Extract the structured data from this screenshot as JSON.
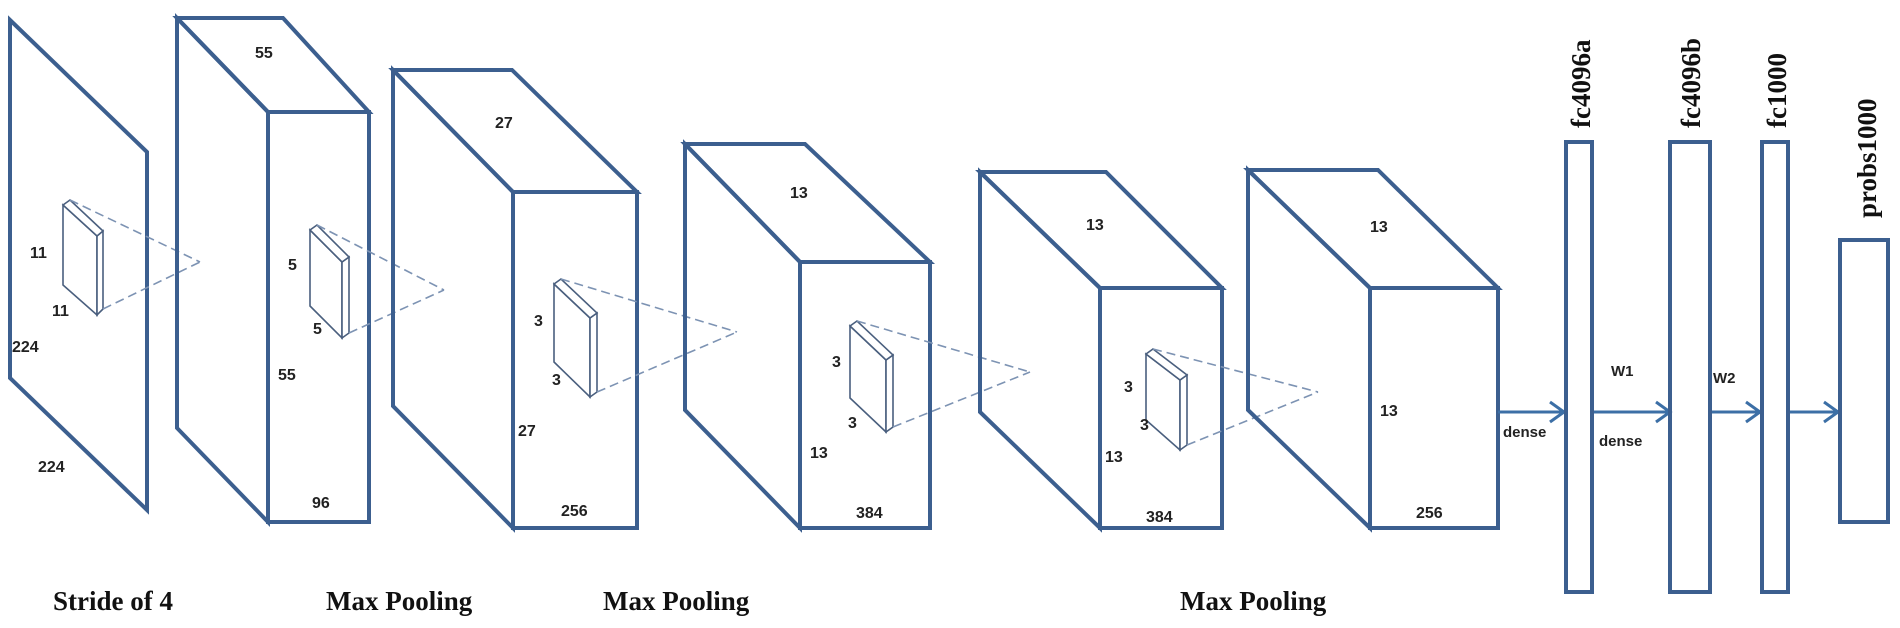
{
  "layers": {
    "input": {
      "width": "224",
      "height": "224",
      "kernel_w": "11",
      "kernel_h": "11"
    },
    "conv1": {
      "width": "55",
      "height": "55",
      "depth": "96",
      "kernel_w": "5",
      "kernel_h": "5"
    },
    "conv2": {
      "width": "27",
      "height": "27",
      "depth": "256",
      "kernel_w": "3",
      "kernel_h": "3"
    },
    "conv3": {
      "width": "13",
      "height": "13",
      "depth": "384",
      "kernel_w": "3",
      "kernel_h": "3"
    },
    "conv4": {
      "width": "13",
      "height": "13",
      "depth": "384",
      "kernel_w": "3",
      "kernel_h": "3"
    },
    "conv5": {
      "width": "13",
      "height": "13",
      "depth": "256"
    }
  },
  "fc": {
    "fc1": "fc4096a",
    "fc2": "fc4096b",
    "fc3": "fc1000",
    "probs": "probs1000"
  },
  "connections": {
    "dense1": "dense",
    "w1": "W1",
    "dense2": "dense",
    "w2": "W2"
  },
  "captions": {
    "stride": "Stride of 4",
    "pool1": "Max Pooling",
    "pool2": "Max Pooling",
    "pool3": "Max Pooling"
  },
  "colors": {
    "edge": "#3c5f8f",
    "arrow": "#3c6fa6"
  }
}
